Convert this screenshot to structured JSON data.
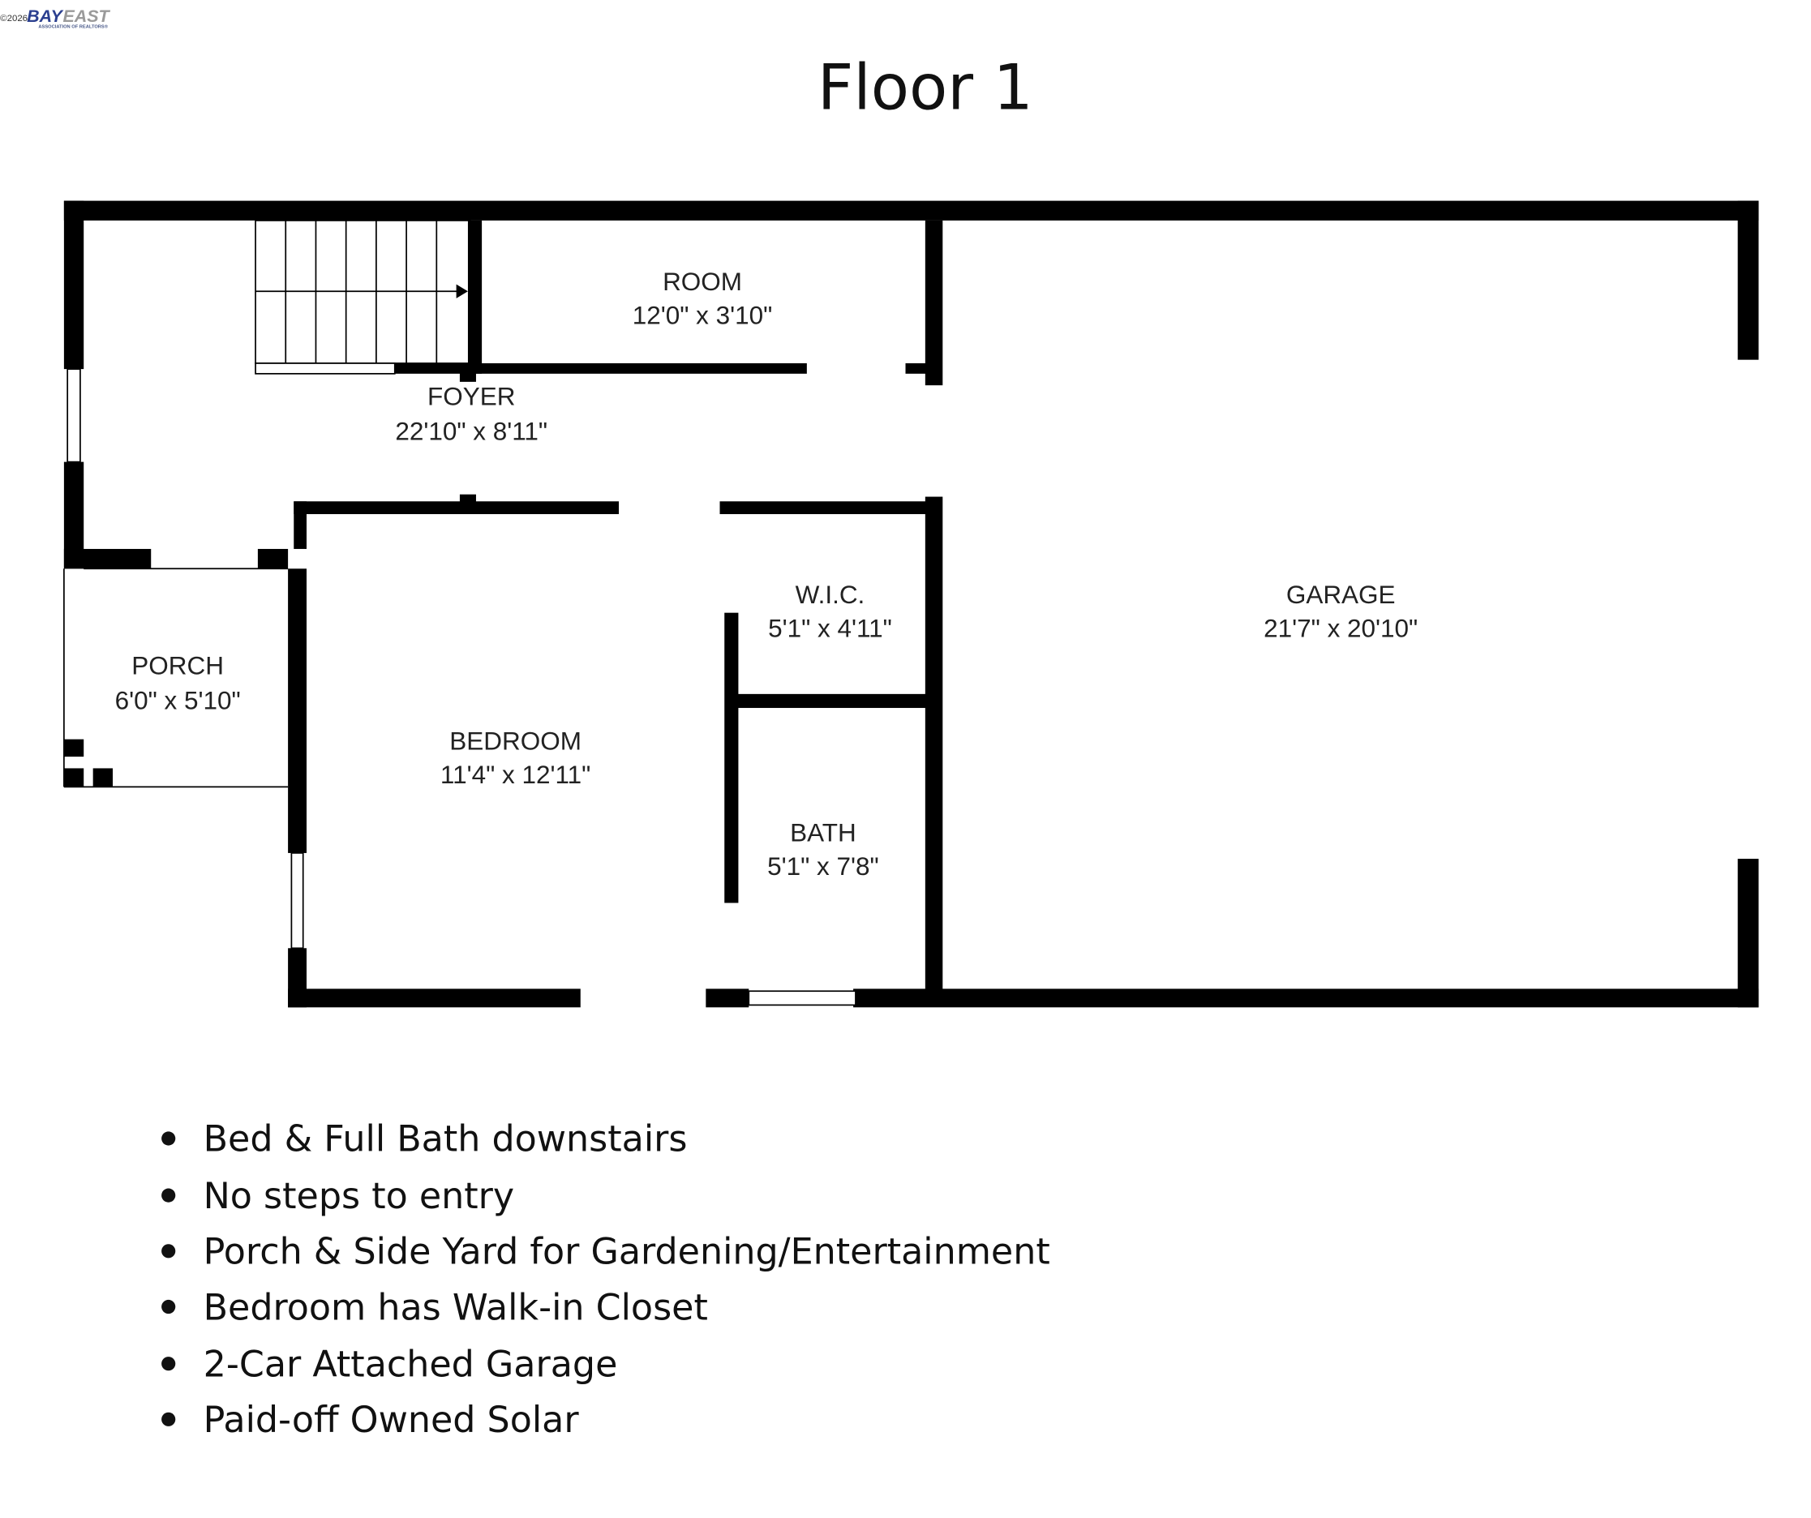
{
  "logo": {
    "copyright": "©2026",
    "brand_bay": "BAY",
    "brand_east": "EAST",
    "subtitle": "ASSOCIATION OF REALTORS®",
    "colors": {
      "bay": "#2b3f8f",
      "east": "#9a9a9a"
    }
  },
  "title": "Floor 1",
  "rooms": [
    {
      "name": "ROOM",
      "dims": "12'0\" x 3'10\""
    },
    {
      "name": "FOYER",
      "dims": "22'10\" x 8'11\""
    },
    {
      "name": "W.I.C.",
      "dims": "5'1\" x 4'11\""
    },
    {
      "name": "GARAGE",
      "dims": "21'7\" x 20'10\""
    },
    {
      "name": "PORCH",
      "dims": "6'0\" x 5'10\""
    },
    {
      "name": "BEDROOM",
      "dims": "11'4\" x 12'11\""
    },
    {
      "name": "BATH",
      "dims": "5'1\" x 7'8\""
    }
  ],
  "features": [
    "Bed & Full Bath downstairs",
    "No steps to entry",
    "Porch & Side Yard for Gardening/Entertainment",
    "Bedroom has Walk-in Closet",
    "2-Car Attached Garage",
    "Paid-off Owned Solar"
  ]
}
